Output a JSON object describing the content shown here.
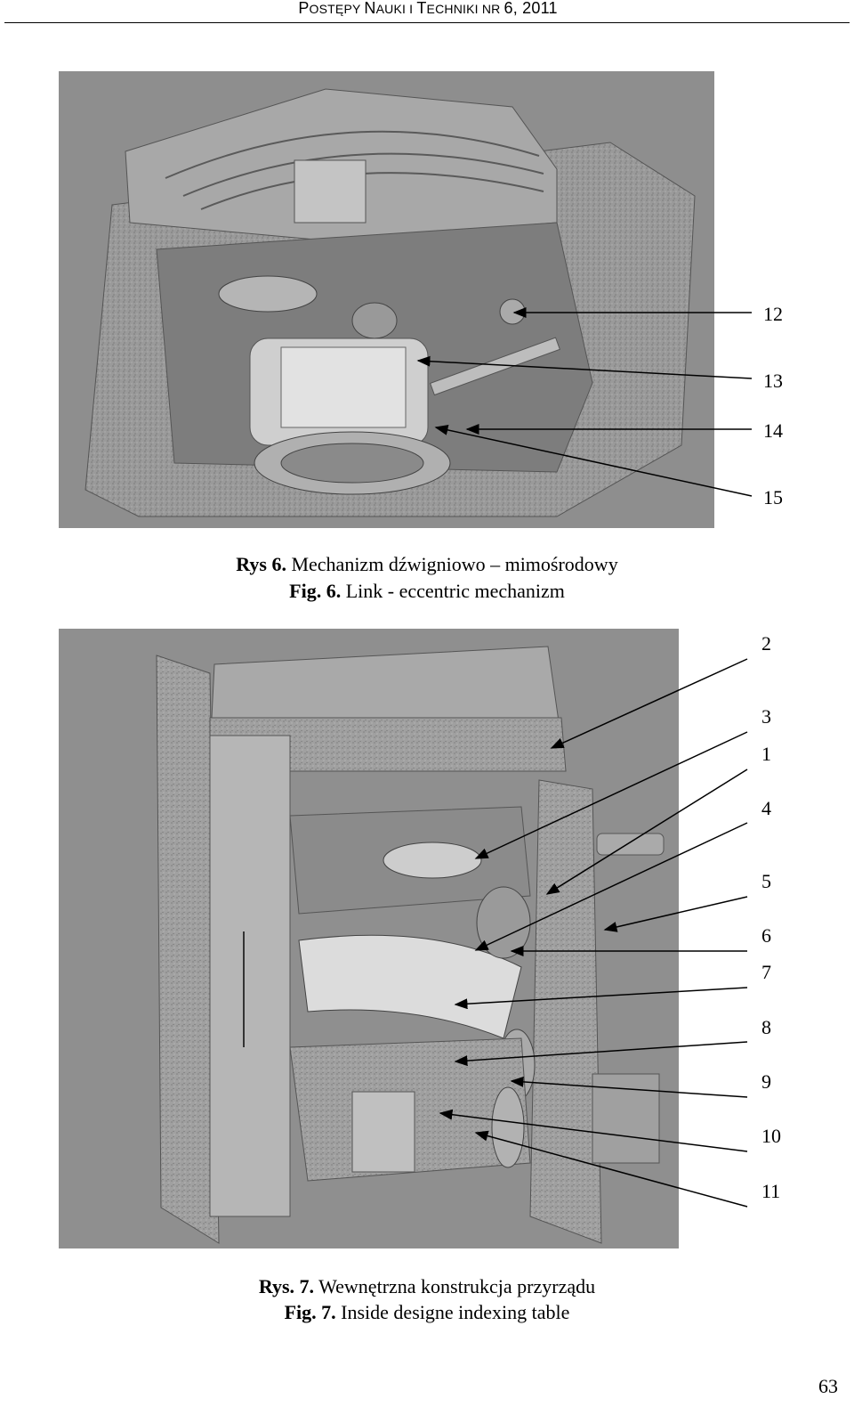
{
  "header": {
    "journal": "Postępy Nauki i Techniki nr 6, 2011",
    "journal_display": {
      "cap1": "P",
      "rest1": "OSTĘPY ",
      "cap2": "N",
      "rest2": "AUKI I ",
      "cap3": "T",
      "rest3": "ECHNIKI NR ",
      "issue": "6, 2011"
    }
  },
  "figures": [
    {
      "id": "fig6",
      "callouts": [
        "12",
        "13",
        "14",
        "15"
      ],
      "caption_pl_label": "Rys 6.",
      "caption_pl_text": "Mechanizm dźwigniowo – mimośrodowy",
      "caption_en_label": "Fig. 6.",
      "caption_en_text": "Link - eccentric mechanizm"
    },
    {
      "id": "fig7",
      "callouts": [
        "2",
        "3",
        "1",
        "4",
        "5",
        "6",
        "7",
        "8",
        "9",
        "10",
        "11"
      ],
      "caption_pl_label": "Rys. 7.",
      "caption_pl_text": "Wewnętrzna konstrukcja przyrządu",
      "caption_en_label": "Fig. 7.",
      "caption_en_text": "Inside designe indexing table"
    }
  ],
  "page_number": "63"
}
